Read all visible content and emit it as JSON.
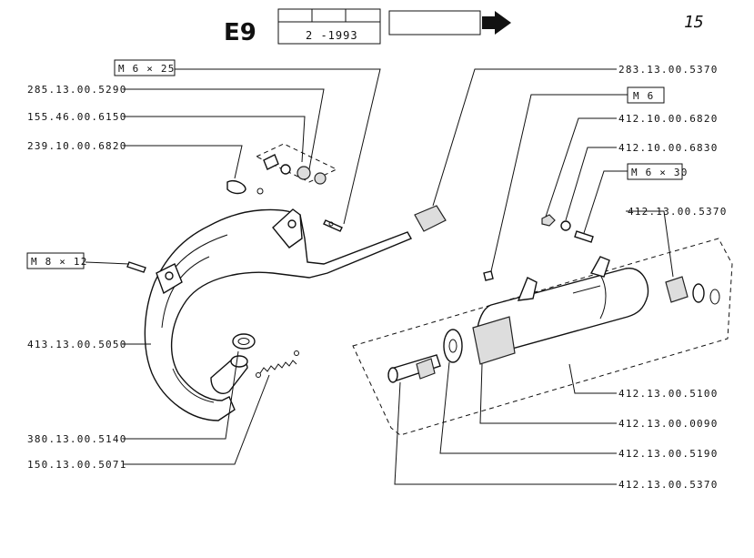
{
  "header": {
    "section_code": "E9",
    "date": "2 -1993",
    "page_number": "15"
  },
  "labels": {
    "m6x25": "M 6 × 25",
    "p285_5290": "285.13.00.5290",
    "p155_6150": "155.46.00.6150",
    "p239_6820": "239.10.00.6820",
    "m8x12": "M 8 × 12",
    "p413_5050": "413.13.00.5050",
    "p380_5140": "380.13.00.5140",
    "p150_5071": "150.13.00.5071",
    "p283_5370": "283.13.00.5370",
    "m6": "M 6",
    "p412_6820": "412.10.00.6820",
    "p412_6830": "412.10.00.6830",
    "m6x30": "M 6 × 30",
    "p412_5370_top": "412.13.00.5370",
    "p412_5100": "412.13.00.5100",
    "p412_0090": "412.13.00.0090",
    "p412_5190": "412.13.00.5190",
    "p412_5370_bottom": "412.13.00.5370"
  }
}
